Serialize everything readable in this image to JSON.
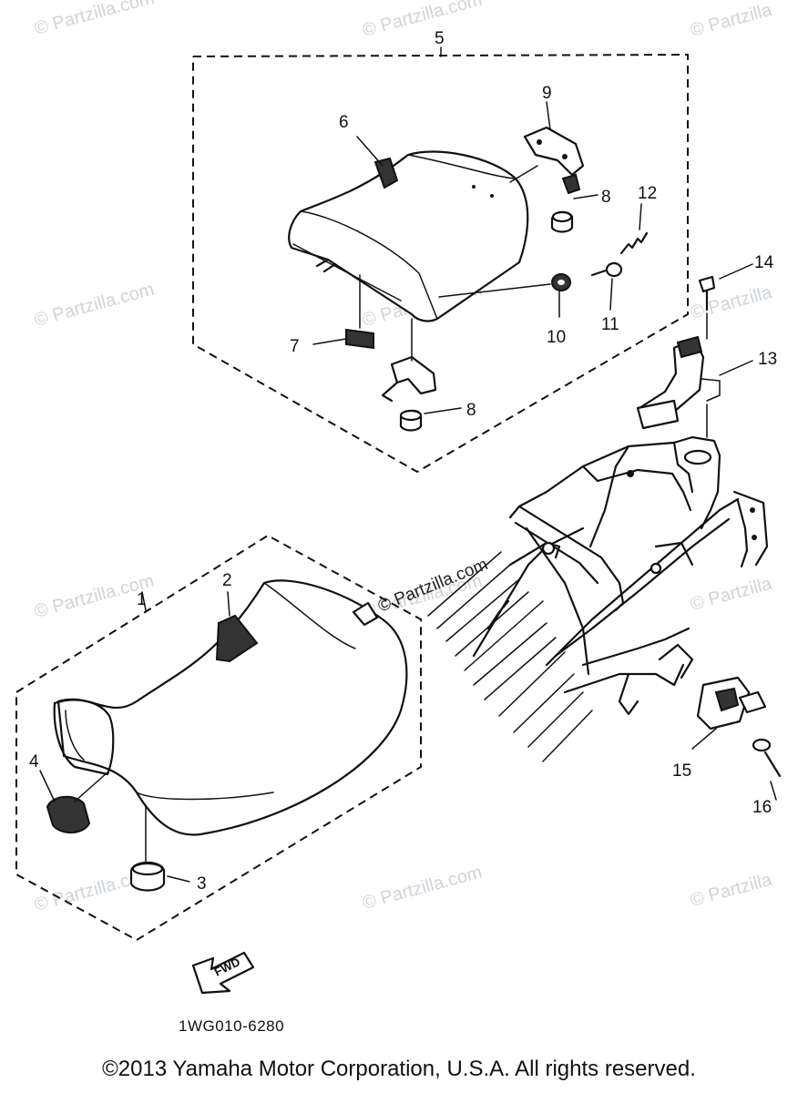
{
  "watermarks": [
    "© Partzilla.com",
    "© Partzilla.com",
    "© Partzilla",
    "© Partzilla.com",
    "© Partzilla.com",
    "© Partzilla",
    "© Partzilla.com",
    "© Partzilla.com",
    "© Partzilla",
    "© Partzilla.com",
    "© Partzilla.com",
    "© Partzilla"
  ],
  "center_watermark": "© Partzilla.com",
  "callouts": {
    "c1": "1",
    "c2": "2",
    "c3": "3",
    "c4": "4",
    "c5": "5",
    "c6": "6",
    "c7": "7",
    "c8a": "8",
    "c8b": "8",
    "c9": "9",
    "c10": "10",
    "c11": "11",
    "c12": "12",
    "c13": "13",
    "c14": "14",
    "c15": "15",
    "c16": "16"
  },
  "fwd_label": "FWD",
  "diagram_code": "1WG010-6280",
  "copyright": "©2013  Yamaha Motor Corporation, U.S.A. All rights reserved."
}
